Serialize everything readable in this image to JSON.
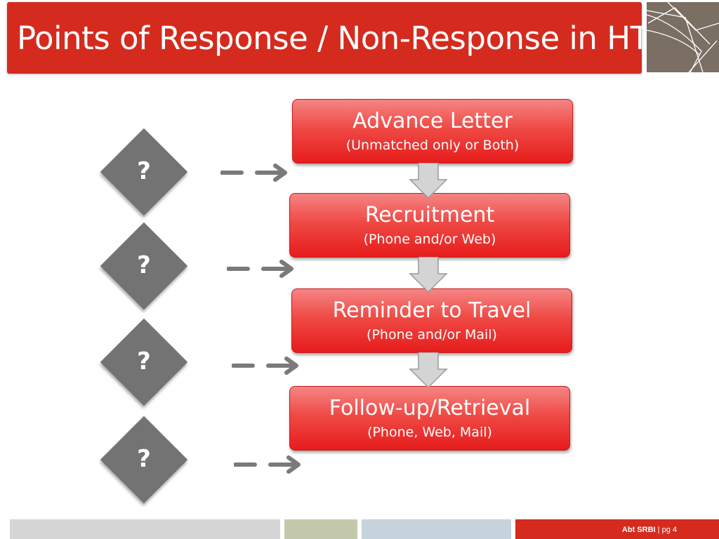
{
  "title": "Points of Response / Non-Response in HTS",
  "steps": [
    {
      "title": "Advance Letter",
      "subtitle": "(Unmatched only or Both)"
    },
    {
      "title": "Recruitment",
      "subtitle": "(Phone and/or Web)"
    },
    {
      "title": "Reminder to Travel",
      "subtitle": "(Phone and/or Mail)"
    },
    {
      "title": "Follow-up/Retrieval",
      "subtitle": "(Phone, Web, Mail)"
    }
  ],
  "decision_points": [
    {
      "label": "?"
    },
    {
      "label": "?"
    },
    {
      "label": "?"
    },
    {
      "label": "?"
    }
  ],
  "footer": {
    "brand": "Abt SRBI",
    "separator": " | ",
    "page": "pg 4"
  },
  "colors": {
    "title_bar": "#d42b1e",
    "step_fill": "#e61c1c",
    "diamond": "#737373",
    "arrow": "#7a7a7a",
    "logo_bg": "#7b6e63"
  },
  "icons": {
    "logo": "abstract-lines-logo",
    "down_arrow": "block-down-arrow",
    "dashed_arrow": "dashed-right-arrow"
  }
}
